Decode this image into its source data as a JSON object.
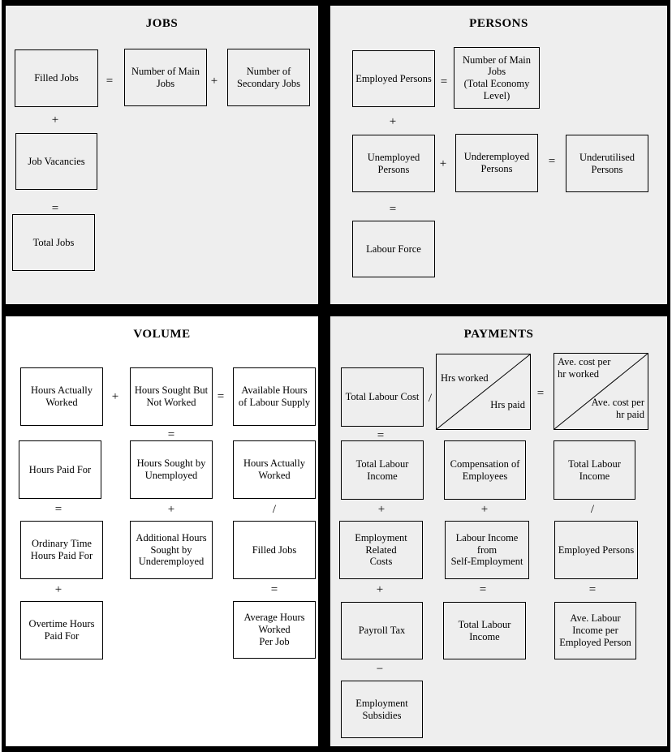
{
  "colors": {
    "frame": "#000000",
    "quadrant_bg": "#eeeeee",
    "volume_bg": "#ffffff",
    "box_border": "#000000"
  },
  "symbols": {
    "plus": "+",
    "equals": "=",
    "divide": "/",
    "minus": "−"
  },
  "quadrants": {
    "jobs": {
      "title": "JOBS",
      "boxes": {
        "filled_jobs": "Filled Jobs",
        "number_of_main_jobs": "Number of Main\nJobs",
        "number_of_secondary_jobs": "Number of\nSecondary Jobs",
        "job_vacancies": "Job Vacancies",
        "total_jobs": "Total Jobs"
      }
    },
    "persons": {
      "title": "PERSONS",
      "boxes": {
        "employed_persons": "Employed Persons",
        "number_of_main_jobs_total_economy": "Number of Main\nJobs\n(Total Economy\nLevel)",
        "unemployed_persons": "Unemployed\nPersons",
        "underemployed_persons": "Underemployed\nPersons",
        "underutilised_persons": "Underutilised\nPersons",
        "labour_force": "Labour Force"
      }
    },
    "volume": {
      "title": "VOLUME",
      "boxes": {
        "hours_actually_worked_1": "Hours Actually\nWorked",
        "hours_sought_but_not_worked": "Hours Sought But\nNot Worked",
        "available_hours_of_labour_supply": "Available Hours\nof Labour Supply",
        "hours_paid_for": "Hours Paid For",
        "hours_sought_by_unemployed": "Hours Sought by\nUnemployed",
        "hours_actually_worked_2": "Hours Actually\nWorked",
        "ordinary_time_hours_paid_for": "Ordinary Time\nHours Paid For",
        "additional_hours_sought_by_underemployed": "Additional Hours\nSought by\nUnderemployed",
        "filled_jobs": "Filled Jobs",
        "overtime_hours_paid_for": "Overtime Hours\nPaid For",
        "average_hours_worked_per_job": "Average Hours\nWorked\nPer Job"
      }
    },
    "payments": {
      "title": "PAYMENTS",
      "boxes": {
        "total_labour_cost": "Total Labour Cost",
        "total_labour_income_1": "Total Labour\nIncome",
        "compensation_of_employees": "Compensation of\nEmployees",
        "total_labour_income_2": "Total Labour\nIncome",
        "employment_related_costs": "Employment\nRelated\nCosts",
        "labour_income_from_self_employment": "Labour Income\nfrom\nSelf-Employment",
        "employed_persons": "Employed Persons",
        "payroll_tax": "Payroll Tax",
        "total_labour_income_3": "Total Labour\nIncome",
        "ave_labour_income_per_employed_person": "Ave. Labour\nIncome per\nEmployed Person",
        "employment_subsidies": "Employment\nSubsidies"
      },
      "hours_ratio_box": {
        "top_left": "Hrs worked",
        "bottom_right": "Hrs paid"
      },
      "cost_ratio_box": {
        "top_left": "Ave. cost per\nhr worked",
        "bottom_right": "Ave. cost per\nhr paid"
      }
    }
  }
}
